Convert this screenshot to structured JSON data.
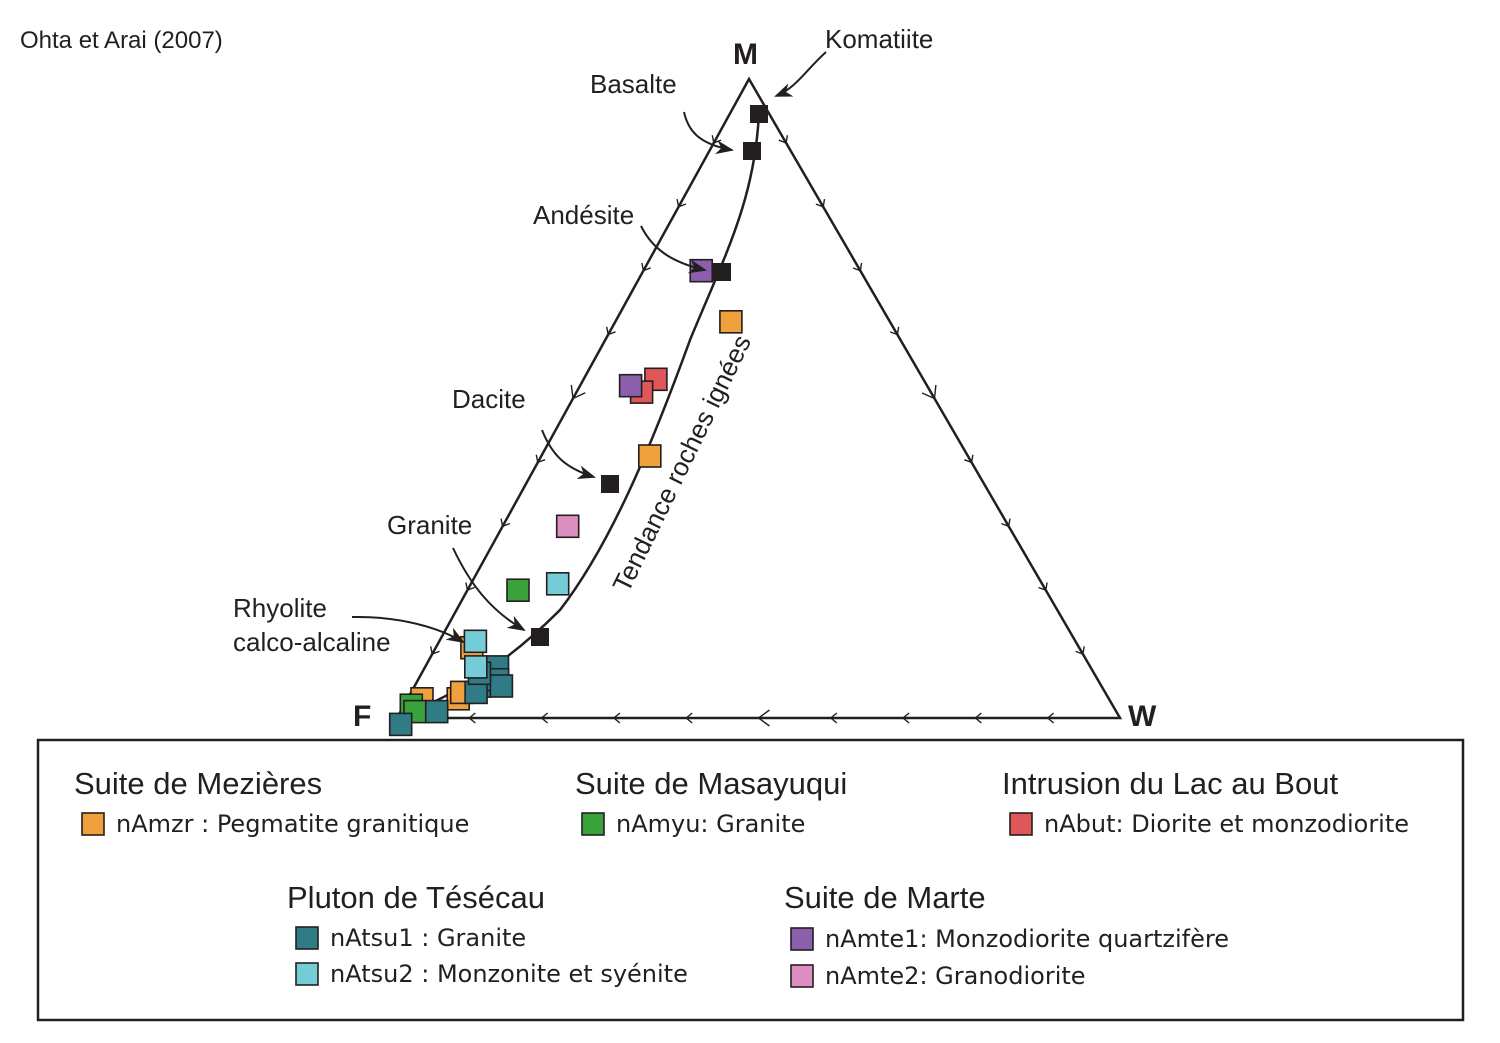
{
  "source_label": "Ohta et Arai (2007)",
  "chart_data": {
    "type": "ternary",
    "vertices": {
      "top": "M",
      "left": "F",
      "right": "W"
    },
    "trend_label": "Tendance roches ignées",
    "reference_rocks": [
      {
        "name": "Komatiite",
        "label_lines": [
          "Komatiite"
        ]
      },
      {
        "name": "Basalte",
        "label_lines": [
          "Basalte"
        ]
      },
      {
        "name": "Andésite",
        "label_lines": [
          "Andésite"
        ]
      },
      {
        "name": "Dacite",
        "label_lines": [
          "Dacite"
        ]
      },
      {
        "name": "Granite",
        "label_lines": [
          "Granite"
        ]
      },
      {
        "name": "Rhyolite calco-alcaline",
        "label_lines": [
          "Rhyolite",
          "calco-alcaline"
        ]
      }
    ],
    "series": [
      {
        "key": "nAmzr",
        "color": "#f0a03c"
      },
      {
        "key": "nAmyu",
        "color": "#3aa23a"
      },
      {
        "key": "nAbut",
        "color": "#e0575a"
      },
      {
        "key": "nAtsu1",
        "color": "#2f7b86"
      },
      {
        "key": "nAtsu2",
        "color": "#74ccd6"
      },
      {
        "key": "nAmte1",
        "color": "#8c5fad"
      },
      {
        "key": "nAmte2",
        "color": "#de8fc2"
      }
    ],
    "legend": [
      {
        "group": "Suite de Mezières",
        "entries": [
          {
            "key": "nAmzr",
            "label": "nAmzr : Pegmatite granitique"
          }
        ]
      },
      {
        "group": "Suite de Masayuqui",
        "entries": [
          {
            "key": "nAmyu",
            "label": "nAmyu: Granite"
          }
        ]
      },
      {
        "group": "Intrusion du Lac au Bout",
        "entries": [
          {
            "key": "nAbut",
            "label": "nAbut: Diorite et monzodiorite"
          }
        ]
      },
      {
        "group": "Pluton de Tésécau",
        "entries": [
          {
            "key": "nAtsu1",
            "label": "nAtsu1 : Granite"
          },
          {
            "key": "nAtsu2",
            "label": "nAtsu2 : Monzonite et syénite"
          }
        ]
      },
      {
        "group": "Suite de Marte",
        "entries": [
          {
            "key": "nAmte1",
            "label": "nAmte1: Monzodiorite quartzifère"
          },
          {
            "key": "nAmte2",
            "label": "nAmte2: Granodiorite"
          }
        ]
      }
    ],
    "points": [
      {
        "series": "nAmzr",
        "M": 0.62,
        "F": 0.22,
        "W": 0.16
      },
      {
        "series": "nAmzr",
        "M": 0.41,
        "F": 0.44,
        "W": 0.15
      },
      {
        "series": "nAmzr",
        "M": 0.11,
        "F": 0.84,
        "W": 0.05
      },
      {
        "series": "nAmzr",
        "M": 0.03,
        "F": 0.95,
        "W": 0.02
      },
      {
        "series": "nAmzr",
        "M": 0.03,
        "F": 0.9,
        "W": 0.07
      },
      {
        "series": "nAmzr",
        "M": 0.04,
        "F": 0.89,
        "W": 0.07
      },
      {
        "series": "nAmyu",
        "M": 0.2,
        "F": 0.73,
        "W": 0.07
      },
      {
        "series": "nAmyu",
        "M": 0.02,
        "F": 0.97,
        "W": 0.01
      },
      {
        "series": "nAmyu",
        "M": 0.01,
        "F": 0.97,
        "W": 0.02
      },
      {
        "series": "nAbut",
        "M": 0.53,
        "F": 0.37,
        "W": 0.1
      },
      {
        "series": "nAbut",
        "M": 0.51,
        "F": 0.4,
        "W": 0.09
      },
      {
        "series": "nAtsu1",
        "M": 0.08,
        "F": 0.82,
        "W": 0.1
      },
      {
        "series": "nAtsu1",
        "M": 0.05,
        "F": 0.86,
        "W": 0.09
      },
      {
        "series": "nAtsu1",
        "M": 0.06,
        "F": 0.83,
        "W": 0.11
      },
      {
        "series": "nAtsu1",
        "M": 0.05,
        "F": 0.83,
        "W": 0.12
      },
      {
        "series": "nAtsu1",
        "M": 0.04,
        "F": 0.87,
        "W": 0.09
      },
      {
        "series": "nAtsu1",
        "M": 0.07,
        "F": 0.85,
        "W": 0.08
      },
      {
        "series": "nAtsu1",
        "M": 0.01,
        "F": 0.94,
        "W": 0.05
      },
      {
        "series": "nAtsu1",
        "M": -0.01,
        "F": 1.0,
        "W": 0.01
      },
      {
        "series": "nAtsu2",
        "M": 0.21,
        "F": 0.67,
        "W": 0.12
      },
      {
        "series": "nAtsu2",
        "M": 0.12,
        "F": 0.83,
        "W": 0.05
      },
      {
        "series": "nAtsu2",
        "M": 0.08,
        "F": 0.85,
        "W": 0.07
      },
      {
        "series": "nAmte1",
        "M": 0.7,
        "F": 0.22,
        "W": 0.08
      },
      {
        "series": "nAmte1",
        "M": 0.52,
        "F": 0.41,
        "W": 0.07
      },
      {
        "series": "nAmte2",
        "M": 0.3,
        "F": 0.61,
        "W": 0.09
      }
    ]
  }
}
